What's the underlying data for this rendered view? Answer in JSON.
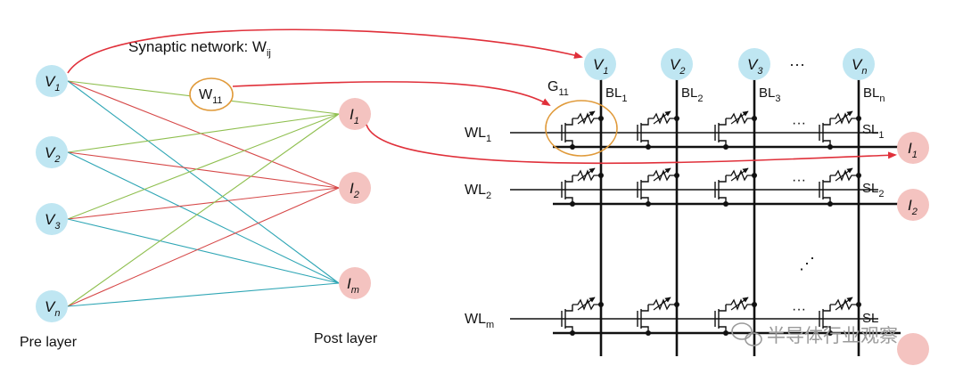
{
  "title": "Synaptic network: W",
  "title_sub": "ij",
  "pre_layer_label": "Pre layer",
  "post_layer_label": "Post layer",
  "pre_nodes": [
    {
      "main": "V",
      "sub": "1"
    },
    {
      "main": "V",
      "sub": "2"
    },
    {
      "main": "V",
      "sub": "3"
    },
    {
      "main": "V",
      "sub": "n"
    }
  ],
  "post_nodes": [
    {
      "main": "I",
      "sub": "1"
    },
    {
      "main": "I",
      "sub": "2"
    },
    {
      "main": "I",
      "sub": "m"
    }
  ],
  "weight_label": {
    "main": "W",
    "sub": "11"
  },
  "conductance_label": {
    "main": "G",
    "sub": "11"
  },
  "column_nodes": [
    {
      "main": "V",
      "sub": "1"
    },
    {
      "main": "V",
      "sub": "2"
    },
    {
      "main": "V",
      "sub": "3"
    },
    {
      "main": "V",
      "sub": "n"
    }
  ],
  "bitlines": [
    {
      "main": "BL",
      "sub": "1"
    },
    {
      "main": "BL",
      "sub": "2"
    },
    {
      "main": "BL",
      "sub": "3"
    },
    {
      "main": "BL",
      "sub": "n"
    }
  ],
  "wordlines": [
    {
      "main": "WL",
      "sub": "1"
    },
    {
      "main": "WL",
      "sub": "2"
    },
    {
      "main": "WL",
      "sub": "m"
    }
  ],
  "sourcelines": [
    {
      "main": "SL",
      "sub": "1"
    },
    {
      "main": "SL",
      "sub": "2"
    },
    {
      "main": "SL",
      "sub": ""
    }
  ],
  "output_nodes": [
    {
      "main": "I",
      "sub": "1"
    },
    {
      "main": "I",
      "sub": "2"
    }
  ],
  "ellipsis": "···",
  "vellipsis": "⋰",
  "watermark_text": "半导体行业观察",
  "colors": {
    "pre_node": "#bfe6f2",
    "post_node": "#f4c3c0",
    "green_line": "#8fbf4f",
    "red_line": "#d64848",
    "teal_line": "#2fa6b5",
    "arrow": "#e0303a",
    "circle": "#e09a3a"
  }
}
